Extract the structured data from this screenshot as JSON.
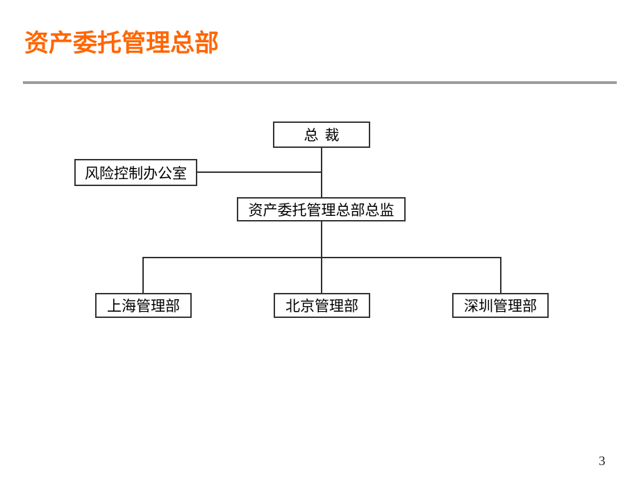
{
  "slide": {
    "title": "资产委托管理总部",
    "page_number": "3"
  },
  "org_chart": {
    "nodes": {
      "president": {
        "label": "总裁"
      },
      "risk_office": {
        "label": "风险控制办公室"
      },
      "director": {
        "label": "资产委托管理总部总监"
      },
      "dept_shanghai": {
        "label": "上海管理部"
      },
      "dept_beijing": {
        "label": "北京管理部"
      },
      "dept_shenzhen": {
        "label": "深圳管理部"
      }
    }
  },
  "colors": {
    "title_accent": "#ff6600",
    "divider": "#9c9c9c",
    "connector": "#2e2e2e",
    "box_border": "#333333",
    "box_text": "#000000",
    "background": "#ffffff",
    "page_number": "#222222"
  }
}
